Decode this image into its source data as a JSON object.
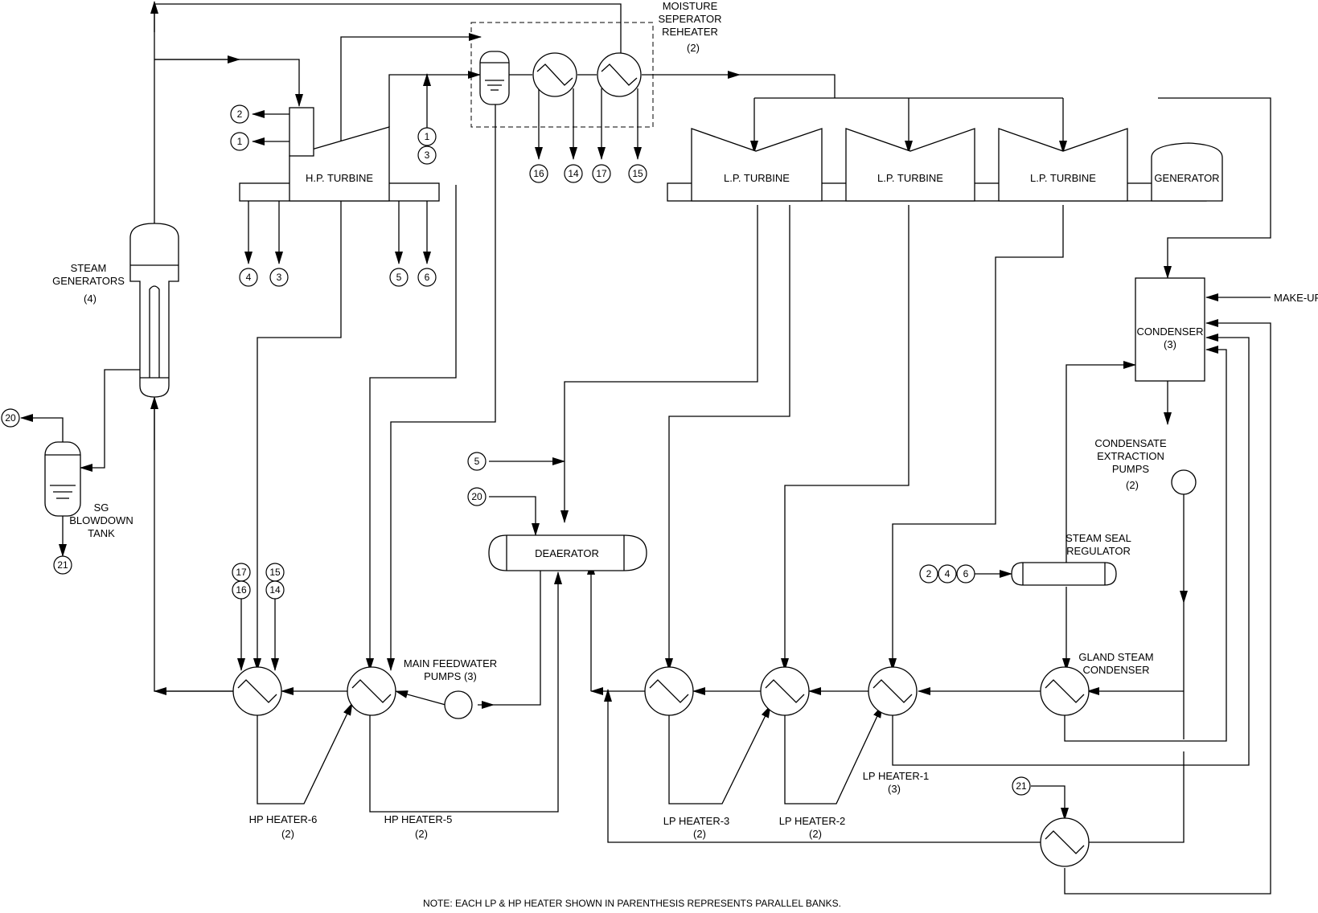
{
  "labels": {
    "msr": [
      "MOISTURE",
      "SEPERATOR",
      "REHEATER"
    ],
    "msr_count": "(2)",
    "hp_turbine": "H.P. TURBINE",
    "lp_turbine": "L.P. TURBINE",
    "generator": "GENERATOR",
    "steam_generators": [
      "STEAM",
      "GENERATORS"
    ],
    "steam_generators_count": "(4)",
    "sg_blowdown_tank": [
      "SG",
      "BLOWDOWN",
      "TANK"
    ],
    "condenser": "CONDENSER",
    "condenser_count": "(3)",
    "make_up": "MAKE-UP",
    "condensate_pumps": [
      "CONDENSATE",
      "EXTRACTION",
      "PUMPS"
    ],
    "condensate_pumps_count": "(2)",
    "deaerator": "DEAERATOR",
    "steam_seal_regulator": [
      "STEAM SEAL",
      "REGULATOR"
    ],
    "gland_steam_condenser": [
      "GLAND STEAM",
      "CONDENSER"
    ],
    "main_feedwater_pumps": [
      "MAIN FEEDWATER",
      "PUMPS (3)"
    ],
    "hp_heater_6": "HP HEATER-6",
    "hp_heater_6_count": "(2)",
    "hp_heater_5": "HP HEATER-5",
    "hp_heater_5_count": "(2)",
    "lp_heater_3": "LP HEATER-3",
    "lp_heater_3_count": "(2)",
    "lp_heater_2": "LP HEATER-2",
    "lp_heater_2_count": "(2)",
    "lp_heater_1": "LP HEATER-1",
    "lp_heater_1_count": "(3)",
    "note": "NOTE: EACH LP & HP HEATER SHOWN IN PARENTHESIS REPRESENTS PARALLEL BANKS."
  },
  "bubbles": {
    "hp_top_2": "2",
    "hp_top_1": "1",
    "hp_side_1": "1",
    "hp_side_3": "3",
    "msr_16": "16",
    "msr_14": "14",
    "msr_17": "17",
    "msr_15": "15",
    "hp_ext_4": "4",
    "hp_ext_3": "3",
    "hp_ext_5": "5",
    "hp_ext_6": "6",
    "sg_20": "20",
    "sg_21": "21",
    "da_5": "5",
    "da_20": "20",
    "hph6_17": "17",
    "hph6_16": "16",
    "hph6_15": "15",
    "hph6_14": "14",
    "ssr_2": "2",
    "ssr_4": "4",
    "ssr_6": "6",
    "drain_21": "21"
  }
}
